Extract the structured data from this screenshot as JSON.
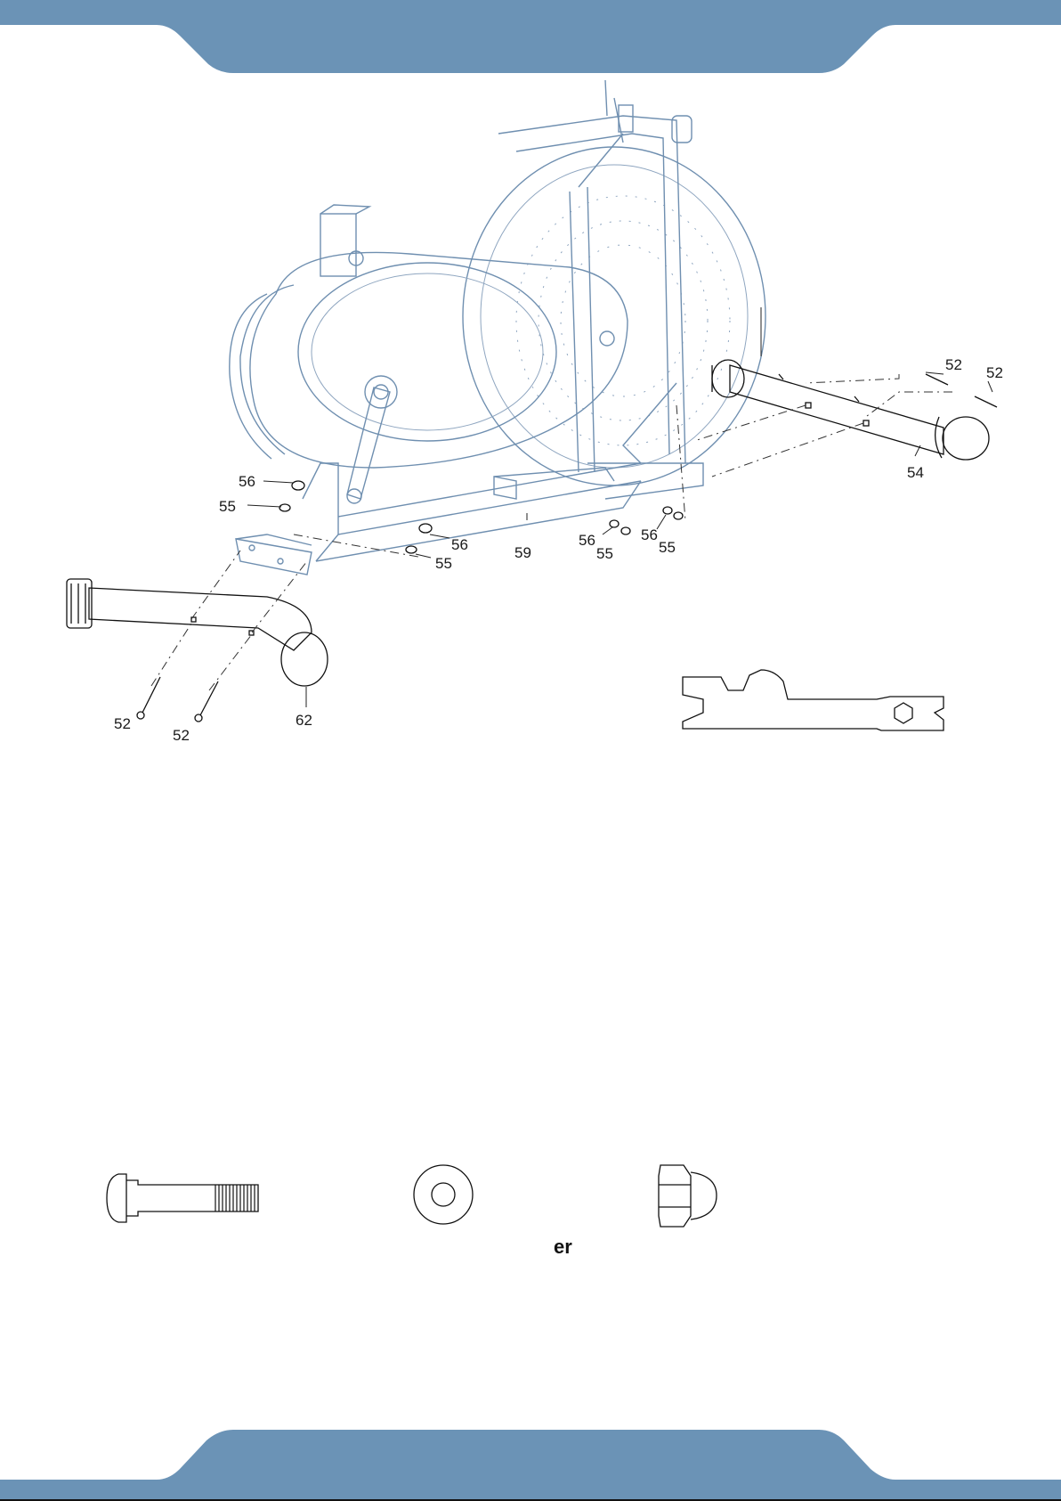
{
  "colors": {
    "banner": "#6b93b6",
    "bottom_line": "#111111",
    "line_art": "#6f8fb0"
  },
  "callouts": {
    "c52_tr_a": "52",
    "c52_tr_b": "52",
    "c54": "54",
    "c56_l": "56",
    "c55_l": "55",
    "c56_m": "56",
    "c55_m": "55",
    "c59": "59",
    "c56_r1": "56",
    "c55_r1": "55",
    "c56_r2": "56",
    "c55_r2": "55",
    "c52_bl_a": "52",
    "c52_bl_b": "52",
    "c62": "62"
  },
  "hardware": {
    "washer_label_fragment": "er"
  },
  "icons": [
    "carriage-bolt-icon",
    "washer-icon",
    "acorn-nut-icon",
    "wrench-icon"
  ]
}
